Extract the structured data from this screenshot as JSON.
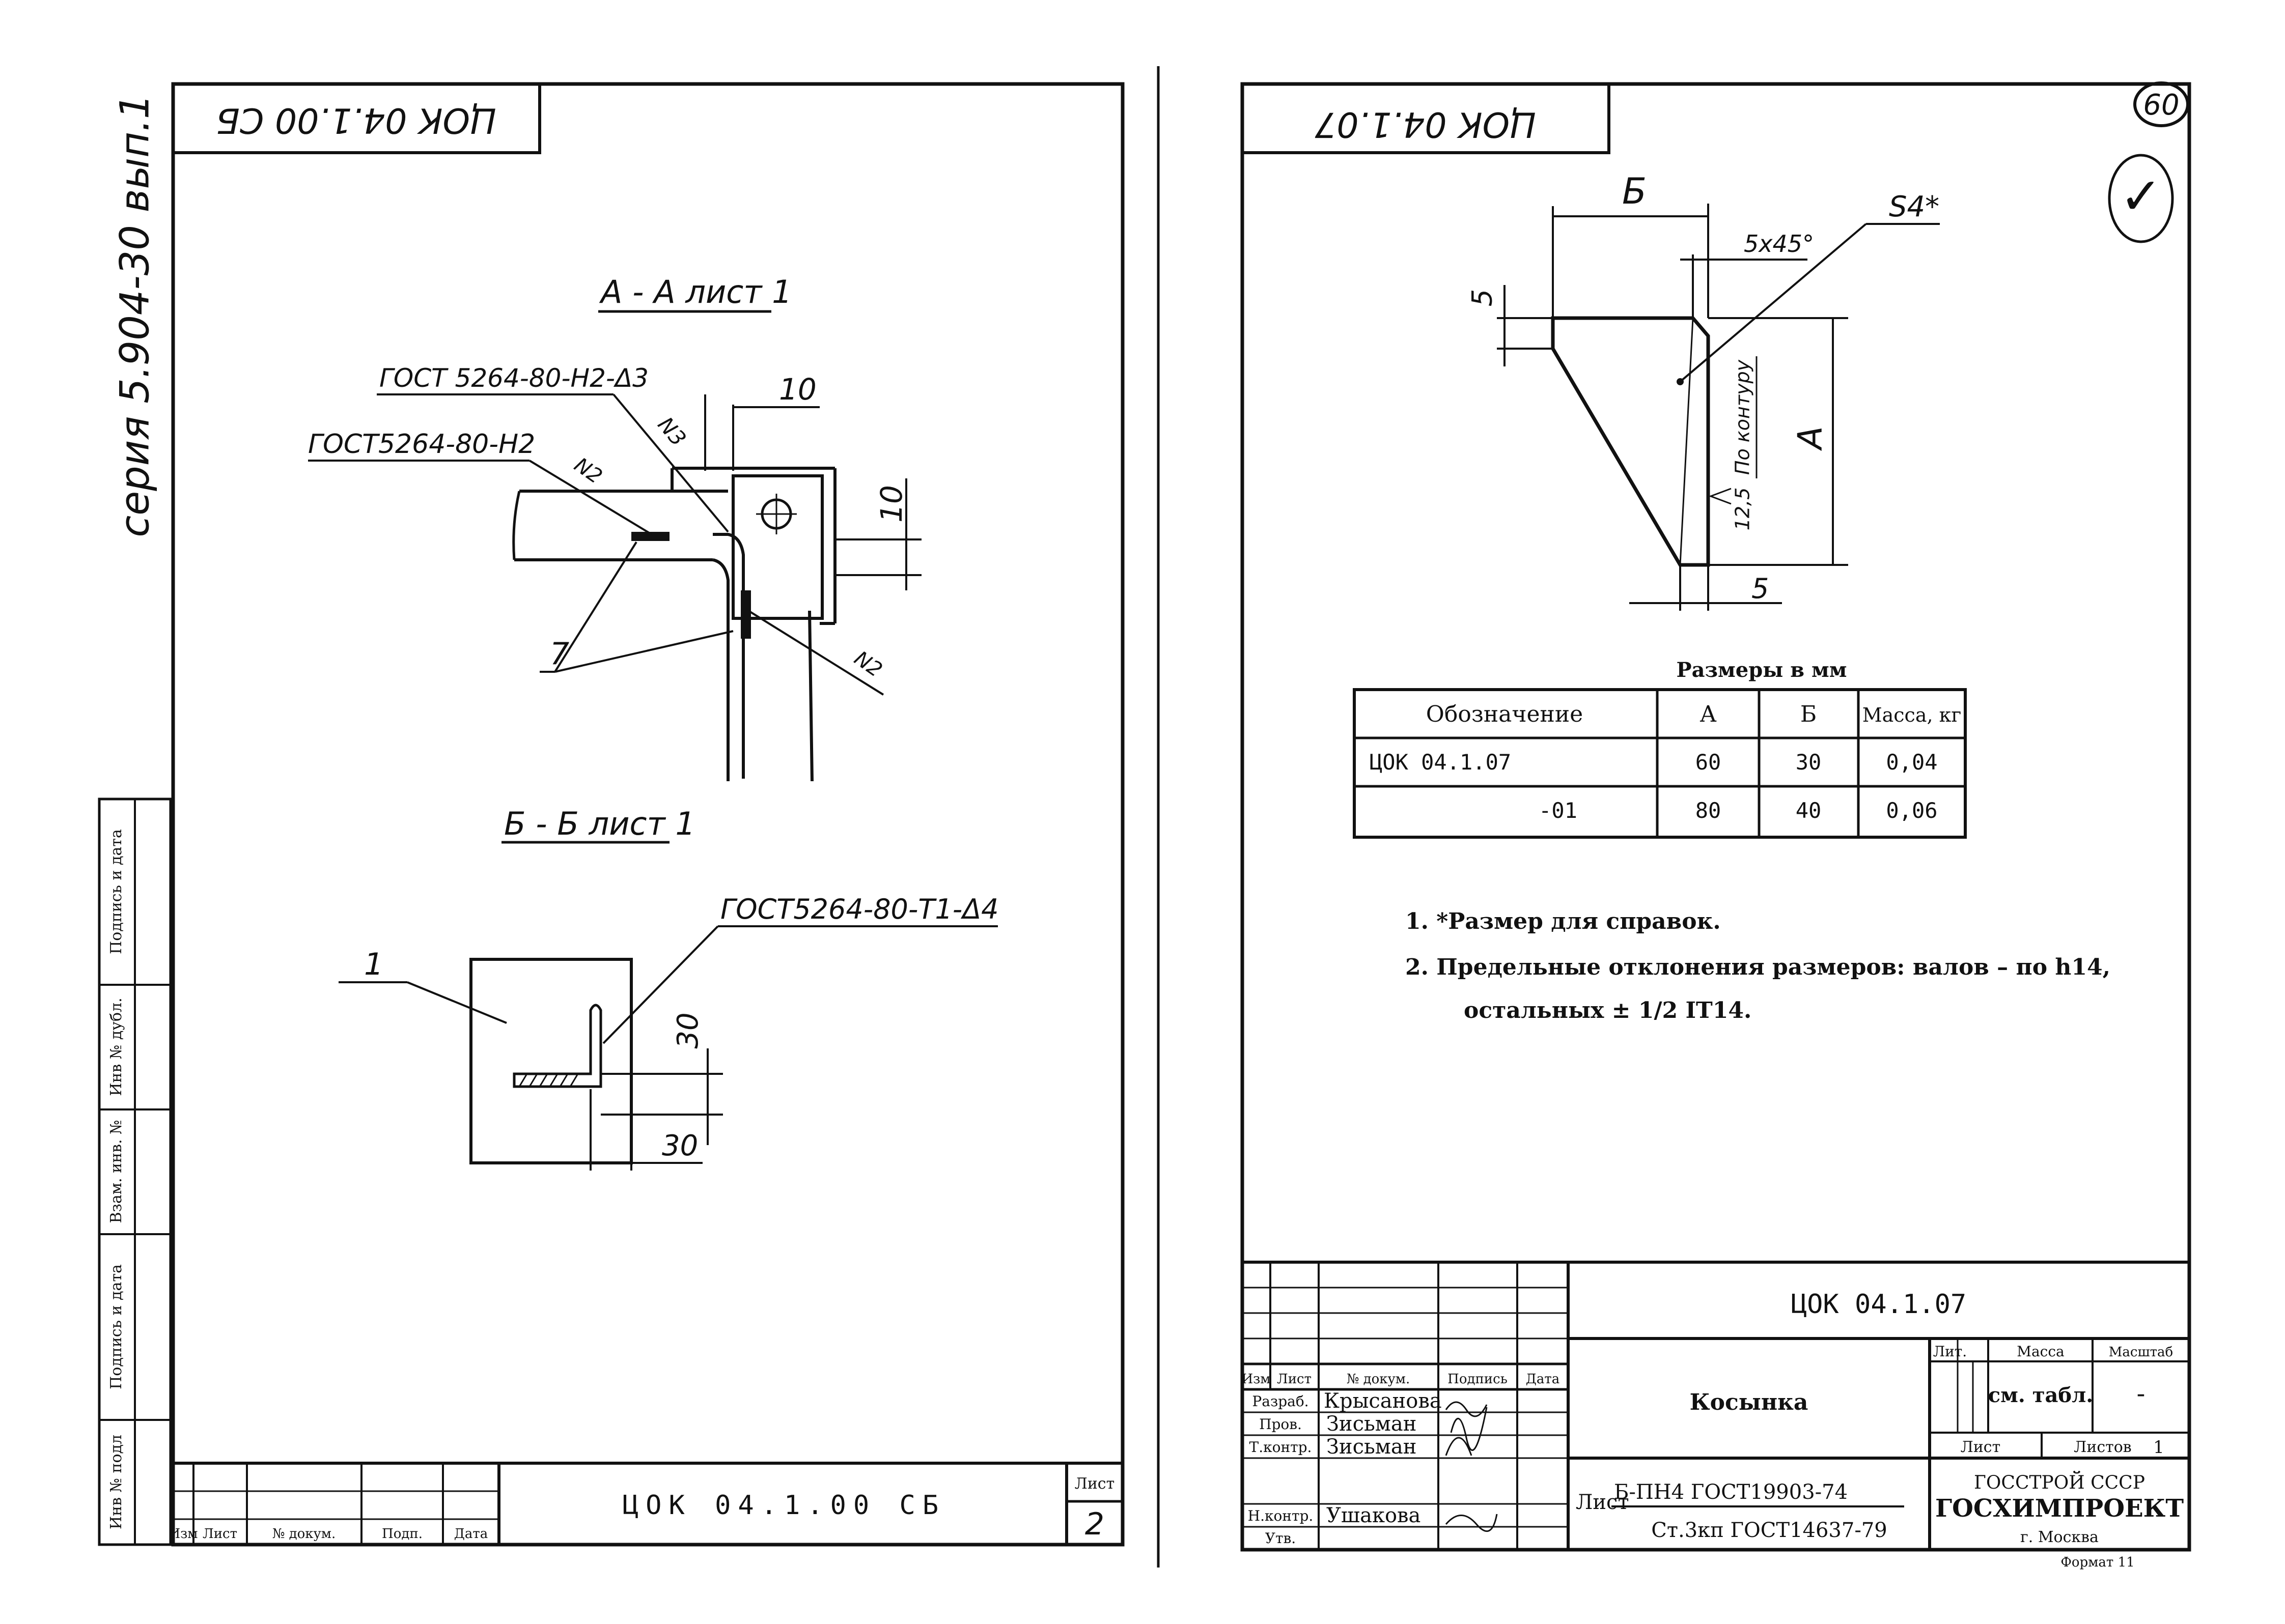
{
  "left_sheet": {
    "stamp_code": "ЦОК 04.1.00 СБ",
    "series_label": "серия 5.904-30 вып.1",
    "section_aa_label": "А - А лист 1",
    "section_bb_label": "Б - Б лист 1",
    "weld_1": "ГОСТ 5264-80-Н2-Δ3",
    "weld_2": "ГОСТ5264-80-Н2",
    "weld_3": "ГОСТ5264-80-Т1-Δ4",
    "leader_n3": "N3",
    "leader_n2a": "N2",
    "leader_n2b": "N2",
    "part_7": "7",
    "part_1": "1",
    "dim_10a": "10",
    "dim_10b": "10",
    "dim_30v": "30",
    "dim_30h": "30",
    "side_labels": [
      "Инв № подл",
      "Подпись и дата",
      "Взам. инв. №",
      "Инв № дубл.",
      "Подпись и дата"
    ],
    "title_block": {
      "headers": [
        "Изм",
        "Лист",
        "№ докум.",
        "Подп.",
        "Дата"
      ],
      "designation": "ЦОК 04.1.00 СБ",
      "sheet_label": "Лист",
      "sheet_number": "2"
    }
  },
  "right_sheet": {
    "stamp_code": "ЦОК 04.1.07",
    "sheet_circle": "60",
    "check_mark": "✓",
    "dims": {
      "b": "Б",
      "s4": "S4*",
      "chamfer": "5x45°",
      "five_top": "5",
      "five_bottom": "5",
      "a": "А",
      "contour": "По контуру",
      "roughness": "12,5"
    },
    "table": {
      "caption": "Размеры в мм",
      "headers": [
        "Обозначение",
        "А",
        "Б",
        "Масса, кг"
      ],
      "rows": [
        [
          "ЦОК 04.1.07",
          "60",
          "30",
          "0,04"
        ],
        [
          "-01",
          "80",
          "40",
          "0,06"
        ]
      ]
    },
    "notes": {
      "n1": "1. *Размер для справок.",
      "n2a": "2. Предельные отклонения размеров: валов – по h14,",
      "n2b": "остальных ± 1/2 IT14."
    },
    "title_block": {
      "designation": "ЦОК 04.1.07",
      "part_name": "Косынка",
      "roles": [
        "Изм",
        "Лист",
        "№ докум.",
        "Подпись",
        "Дата"
      ],
      "people": [
        {
          "role": "Разраб.",
          "name": "Крысанова"
        },
        {
          "role": "Пров.",
          "name": "Зисьман"
        },
        {
          "role": "Т.контр.",
          "name": "Зисьман"
        },
        {
          "role": "Н.контр.",
          "name": "Ушакова"
        },
        {
          "role": "Утв.",
          "name": ""
        }
      ],
      "lit_label": "Лит.",
      "mass_label": "Масса",
      "scale_label": "Масштаб",
      "mass_value": "см. табл.",
      "scale_value": "-",
      "sheet_label": "Лист",
      "sheets_label": "Листов",
      "sheets_value": "1",
      "material_prefix": "Лист",
      "material_line1": "Б-ПН4 ГОСТ19903-74",
      "material_line2": "Ст.3кп ГОСТ14637-79",
      "org1": "ГОССТРОЙ СССР",
      "org2": "ГОСХИМПРОЕКТ",
      "city": "г. Москва",
      "format": "Формат 11"
    }
  }
}
